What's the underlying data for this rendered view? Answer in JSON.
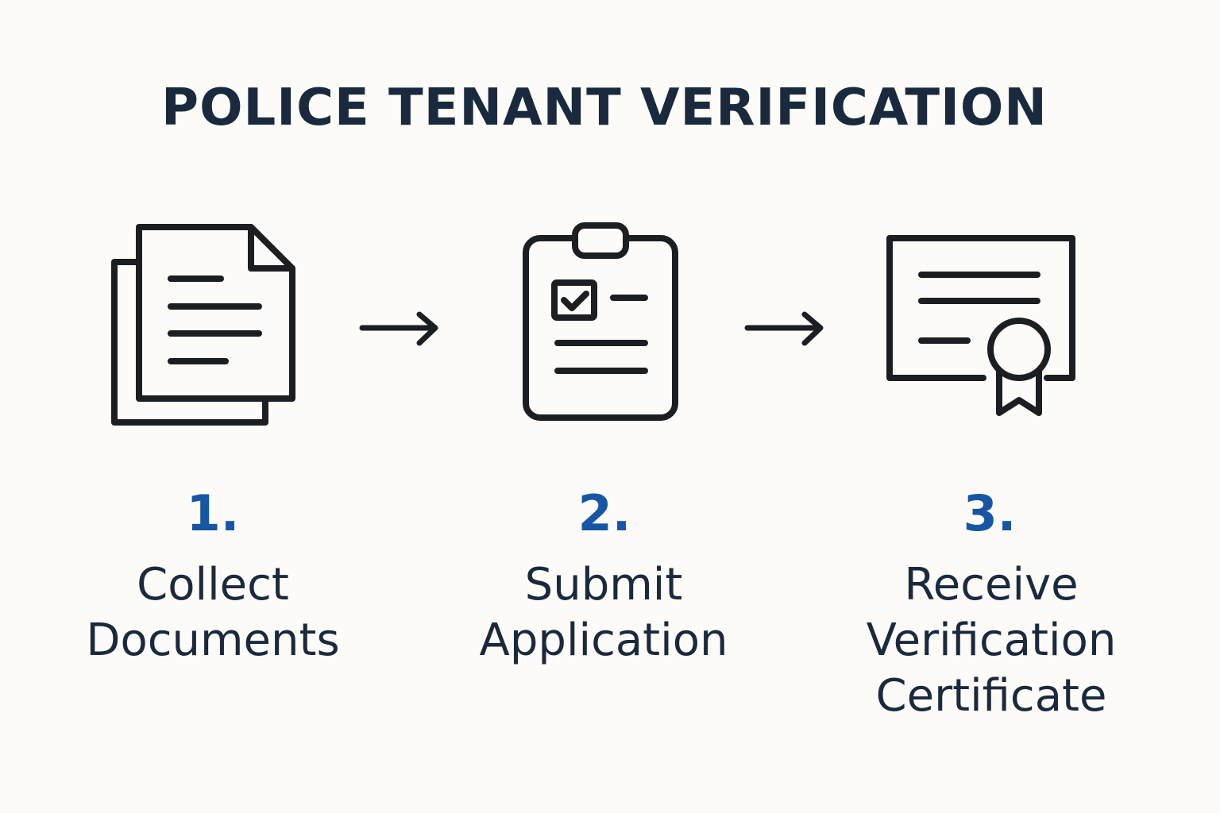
{
  "title": "POLICE TENANT VERIFICATION",
  "colors": {
    "background": "#fcfbf7",
    "title": "#1a2a3e",
    "icon_stroke": "#1b1f24",
    "step_number": "#1656a5",
    "label": "#1a2a3e"
  },
  "steps": [
    {
      "number": "1.",
      "label_lines": [
        "Collect",
        "Documents"
      ],
      "icon": "documents-icon"
    },
    {
      "number": "2.",
      "label_lines": [
        "Submit",
        "Application"
      ],
      "icon": "clipboard-checklist-icon"
    },
    {
      "number": "3.",
      "label_lines": [
        "Receive",
        "Verification",
        "Certificate"
      ],
      "icon": "certificate-icon"
    }
  ],
  "connectors": [
    "arrow-right-icon",
    "arrow-right-icon"
  ]
}
